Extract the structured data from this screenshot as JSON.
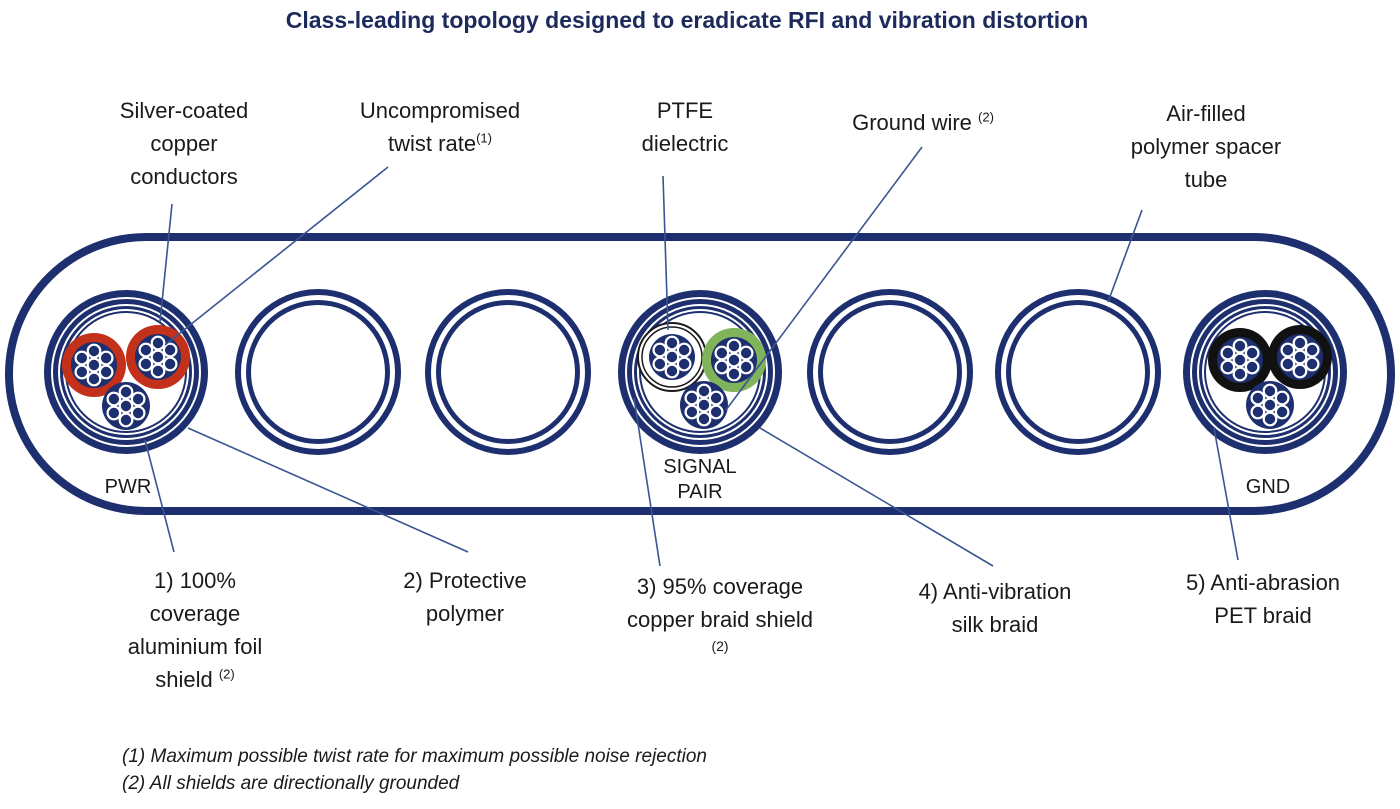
{
  "title": "Class-leading topology designed to eradicate RFI and vibration distortion",
  "colors": {
    "navy": "#1d2f6e",
    "copper_red": "#c4311a",
    "ptfe_white": "#ffffff",
    "ground_green": "#7fb45a",
    "pet_black": "#111111",
    "leader_line": "#3a5591"
  },
  "labels": {
    "silver": [
      "Silver-coated",
      "copper",
      "conductors"
    ],
    "twist": {
      "line1": "Uncompromised",
      "line2": "twist rate",
      "note": "(1)"
    },
    "ptfe": [
      "PTFE",
      "dielectric"
    ],
    "ground": {
      "text": "Ground wire ",
      "note": "(2)"
    },
    "air": [
      "Air-filled",
      "polymer spacer",
      "tube"
    ],
    "foil": {
      "line1": "1) 100%",
      "line2": "coverage",
      "line3": "aluminium foil",
      "line4": "shield ",
      "note": "(2)"
    },
    "polymer": [
      "2) Protective",
      "polymer"
    ],
    "copper_braid": {
      "line1": "3) 95% coverage",
      "line2": "copper braid shield",
      "note": "(2)"
    },
    "silk": [
      "4) Anti-vibration",
      "silk braid"
    ],
    "pet": [
      "5) Anti-abrasion",
      "PET braid"
    ]
  },
  "channel_tags": {
    "pwr": "PWR",
    "signal": [
      "SIGNAL",
      "PAIR"
    ],
    "gnd": "GND"
  },
  "footnotes": [
    "(1)  Maximum possible twist rate for maximum possible noise rejection",
    "(2)  All shields are directionally grounded"
  ]
}
